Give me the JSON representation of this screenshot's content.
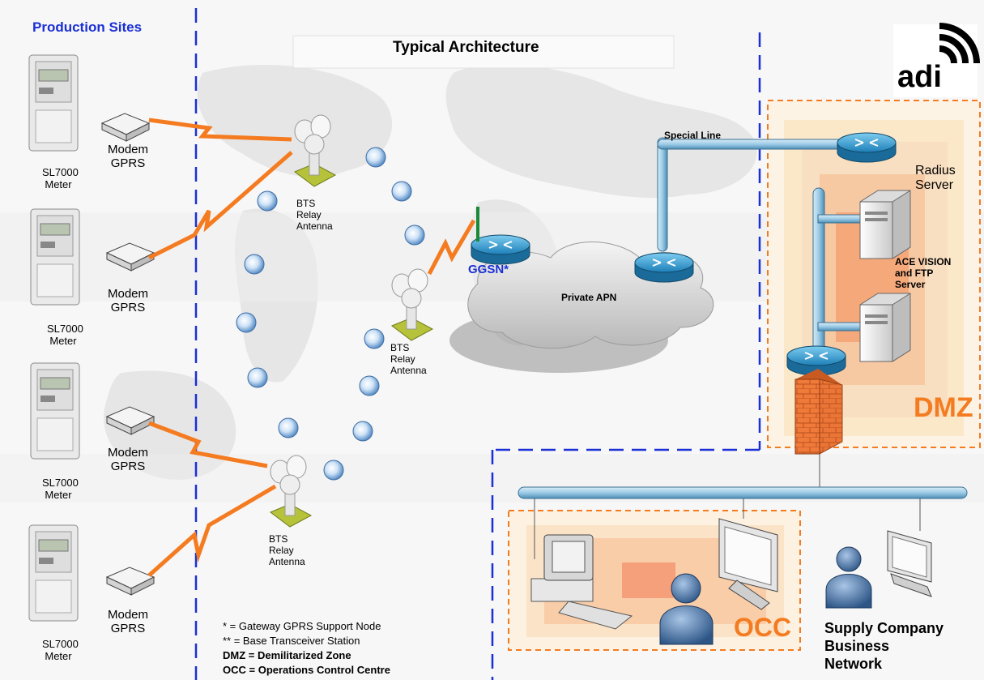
{
  "header": {
    "production_sites": "Production Sites",
    "title": "Typical Architecture"
  },
  "logo": {
    "text": "adi"
  },
  "meters": [
    {
      "name": "SL7000",
      "sub": "Meter"
    },
    {
      "name": "SL7000",
      "sub": "Meter"
    },
    {
      "name": "SL7000",
      "sub": "Meter"
    },
    {
      "name": "SL7000",
      "sub": "Meter"
    }
  ],
  "modems": [
    {
      "line1": "Modem",
      "line2": "GPRS"
    },
    {
      "line1": "Modem",
      "line2": "GPRS"
    },
    {
      "line1": "Modem",
      "line2": "GPRS"
    },
    {
      "line1": "Modem",
      "line2": "GPRS"
    }
  ],
  "bts": [
    {
      "line1": "BTS",
      "line2": "Relay",
      "line3": "Antenna"
    },
    {
      "line1": "BTS",
      "line2": "Relay",
      "line3": "Antenna"
    },
    {
      "line1": "BTS",
      "line2": "Relay",
      "line3": "Antenna"
    }
  ],
  "network": {
    "ggsn": "GGSN*",
    "private_apn": "Private APN",
    "special_line": "Special Line",
    "radius_line1": "Radius",
    "radius_line2": "Server",
    "ace_line1": "ACE VISION",
    "ace_line2": "and FTP",
    "ace_line3": "Server",
    "dmz": "DMZ",
    "occ": "OCC",
    "supply_line1": "Supply Company",
    "supply_line2": "Business",
    "supply_line3": "Network"
  },
  "legend": {
    "l1": "* = Gateway GPRS Support Node",
    "l2": "** = Base Transceiver Station",
    "l3": "DMZ = Demilitarized Zone",
    "l4": "OCC = Operations Control Centre"
  },
  "colors": {
    "blue_dash": "#1a2fd6",
    "orange_dash": "#f47b20",
    "lightning": "#f47b20",
    "title_blue": "#1a2fd6",
    "dmz_orange": "#f47b20"
  }
}
